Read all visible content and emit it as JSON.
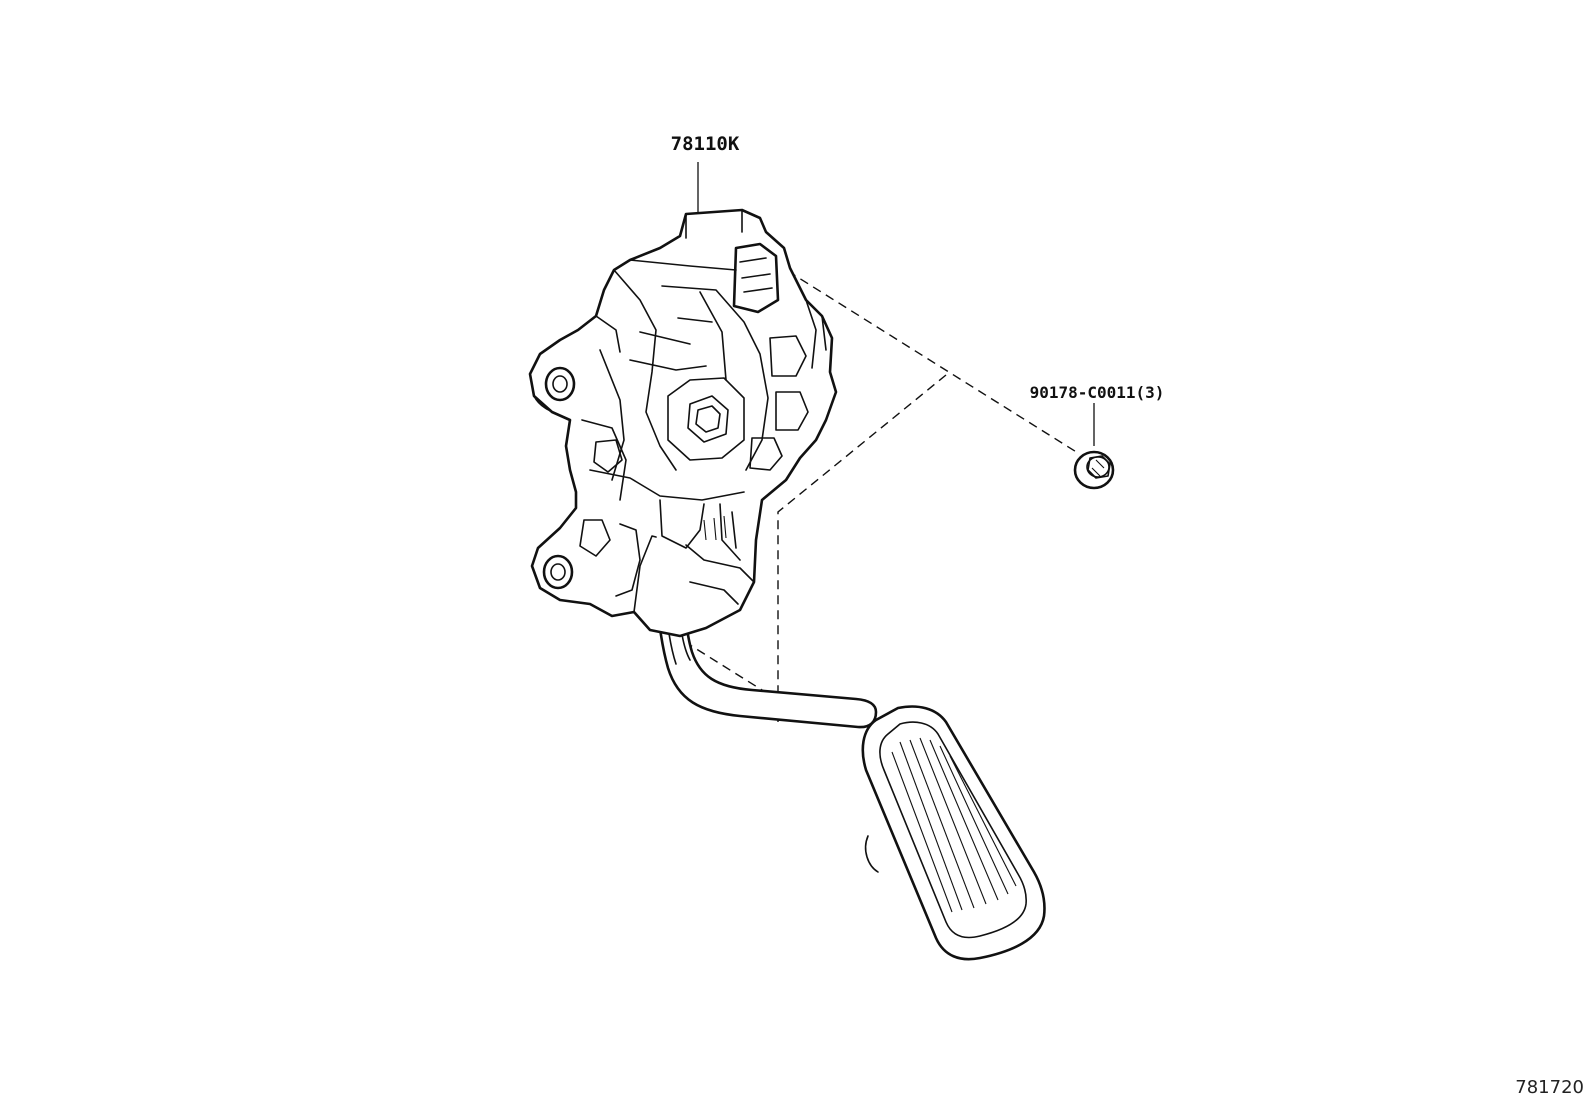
{
  "diagram": {
    "callouts": [
      {
        "id": "pedal-assembly",
        "text": "78110K"
      },
      {
        "id": "bolt",
        "text": "90178-C0011(3)"
      }
    ],
    "reference_number": "781720"
  }
}
